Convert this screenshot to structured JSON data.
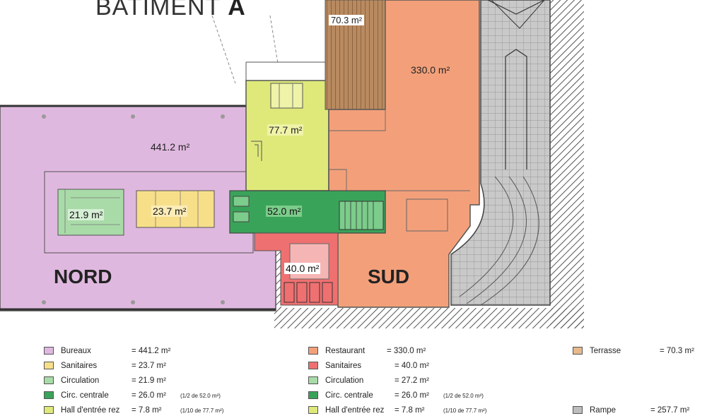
{
  "title_prefix": "BATIMENT ",
  "title_letter": "A",
  "wing_labels": {
    "nord": "NORD",
    "sud": "SUD"
  },
  "areas": {
    "bureaux": "441.2 m²",
    "hall": "77.7 m²",
    "circ_centrale": "52.0 m²",
    "circ_nord": "21.9 m²",
    "sanit_nord": "23.7 m²",
    "sanit_sud": "40.0 m²",
    "restaurant": "330.0 m²",
    "terrasse": "70.3 m²"
  },
  "colors": {
    "bureaux": "#dfb8df",
    "sanitaires_nord": "#f7df8a",
    "circulation_nord": "#a9dba9",
    "circ_centrale": "#3aa35a",
    "hall": "#dfe97a",
    "restaurant": "#f3a07a",
    "sanitaires_sud": "#ef7070",
    "circulation_sud": "#a9dba9",
    "terrasse": "#c2906a",
    "rampe": "#bdbdbd",
    "hatch": "#444444"
  },
  "legend": {
    "col1": [
      {
        "label": "Bureaux",
        "value": "= 441.2 m²",
        "note": "",
        "color": "#dfb8df"
      },
      {
        "label": "Sanitaires",
        "value": "= 23.7 m²",
        "note": "",
        "color": "#f7df8a"
      },
      {
        "label": "Circulation",
        "value": "= 21.9 m²",
        "note": "",
        "color": "#a9dba9"
      },
      {
        "label": "Circ. centrale",
        "value": "= 26.0 m²",
        "note": "(1/2 de 52.0 m²)",
        "color": "#3aa35a"
      },
      {
        "label": "Hall d'entrée rez",
        "value": "= 7.8 m²",
        "note": "(1/10 de 77.7 m²)",
        "color": "#dfe97a"
      }
    ],
    "col2": [
      {
        "label": "Restaurant",
        "value": "= 330.0 m²",
        "note": "",
        "color": "#f3a07a"
      },
      {
        "label": "Sanitaires",
        "value": "= 40.0 m²",
        "note": "",
        "color": "#ef7070"
      },
      {
        "label": "Circulation",
        "value": "= 27.2 m²",
        "note": "",
        "color": "#a9dba9"
      },
      {
        "label": "Circ. centrale",
        "value": "= 26.0 m²",
        "note": "(1/2 de 52.0 m²)",
        "color": "#3aa35a"
      },
      {
        "label": "Hall d'entrée rez",
        "value": "= 7.8 m²",
        "note": "(1/10 de 77.7 m²)",
        "color": "#dfe97a"
      }
    ],
    "col3": [
      {
        "label": "Terrasse",
        "value": "= 70.3 m²",
        "note": "",
        "color": "#e7b98c"
      },
      {
        "label": "Rampe",
        "value": "= 257.7 m²",
        "note": "",
        "color": "#bdbdbd"
      }
    ]
  }
}
